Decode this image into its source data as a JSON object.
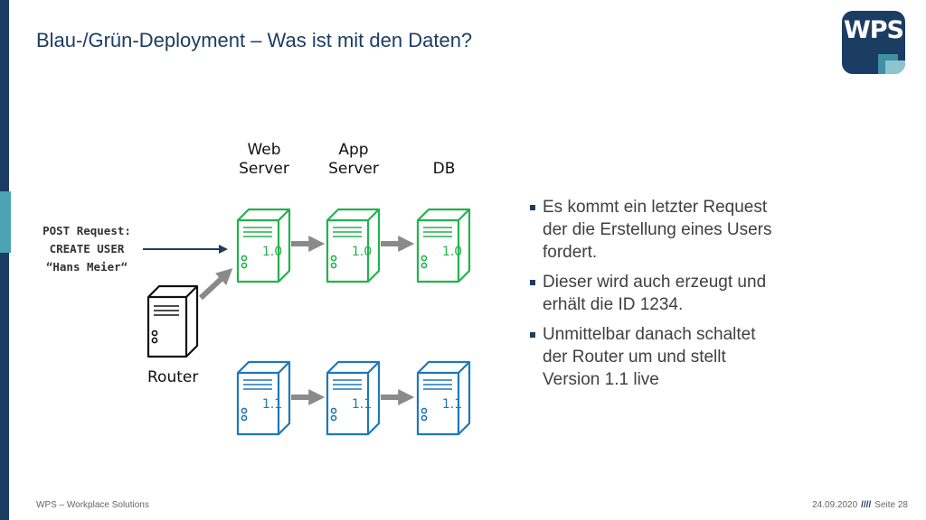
{
  "title": "Blau-/Grün-Deployment – Was ist mit den Daten?",
  "logo": {
    "text": "WPS"
  },
  "columns": {
    "web": [
      "Web",
      "Server"
    ],
    "app": [
      "App",
      "Server"
    ],
    "db": "DB"
  },
  "post_request": [
    "POST Request:",
    "CREATE USER",
    "“Hans Meier“"
  ],
  "router_label": "Router",
  "green_version": "1.0",
  "blue_version": "1.1",
  "bullets": [
    [
      "Es kommt ein letzter Request",
      "der die Erstellung eines Users",
      "fordert."
    ],
    [
      "Dieser wird auch erzeugt und",
      "erhält die ID 1234."
    ],
    [
      "Unmittelbar danach schaltet",
      "der Router um und stellt",
      "Version 1.1 live"
    ]
  ],
  "footer": {
    "left": "WPS – Workplace Solutions",
    "date": "24.09.2020",
    "separator": "////",
    "page": "Seite 28"
  },
  "colors": {
    "navy": "#1c3d63",
    "green": "#22b24c",
    "blue": "#1f77b8",
    "arrow": "#8a8a8a"
  }
}
